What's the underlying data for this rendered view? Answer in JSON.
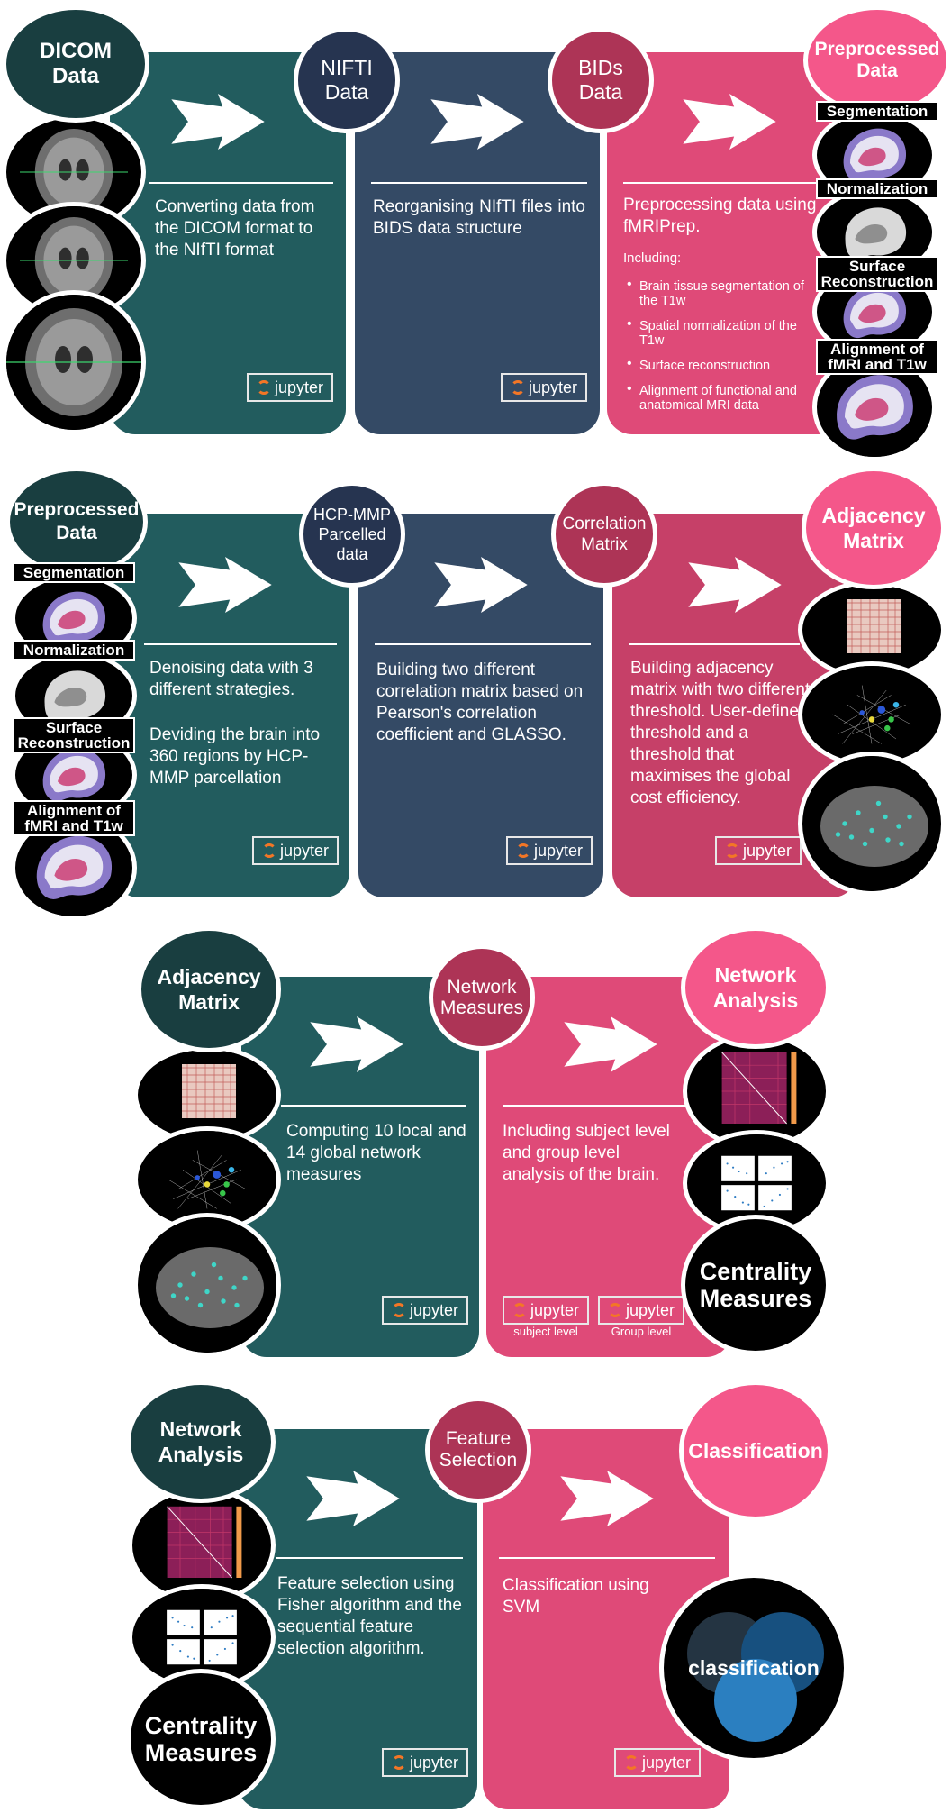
{
  "jupyter": {
    "label": "jupyter",
    "subject_caption": "subject level",
    "group_caption": "Group level"
  },
  "labels": {
    "segmentation": "Segmentation",
    "normalization": "Normalization",
    "surface": "Surface Reconstruction",
    "alignment": "Alignment of fMRI and T1w"
  },
  "row1": {
    "node_dicom": "DICOM Data",
    "node_nifti": "NIFTI Data",
    "node_bids": "BIDs Data",
    "node_pre": "Preprocessed Data",
    "text1": "Converting data from the DICOM format to the NIfTI format",
    "text2": "Reorganising NIfTI files into BIDS data structure",
    "text3": "Preprocessing data using fMRIPrep.",
    "including": "Including:",
    "bullets": [
      "Brain tissue segmentation of the T1w",
      "Spatial normalization of the T1w",
      "Surface reconstruction",
      "Alignment of functional and anatomical MRI data"
    ]
  },
  "row2": {
    "node_pre": "Preprocessed Data",
    "node_hcp": "HCP-MMP Parcelled data",
    "node_corr": "Correlation Matrix",
    "node_adj": "Adjacency Matrix",
    "text1a": "Denoising data with 3 different strategies.",
    "text1b": "Deviding the brain into 360 regions by HCP-MMP parcellation",
    "text2": "Building two different correlation matrix based on Pearson's correlation coefficient and GLASSO.",
    "text3": "Building adjacency matrix with two different threshold. User-defined threshold and a threshold that maximises the global cost efficiency."
  },
  "row3": {
    "node_adj": "Adjacency Matrix",
    "node_net": "Network Measures",
    "node_ana": "Network Analysis",
    "node_cent": "Centrality Measures",
    "text1": "Computing 10 local and 14 global network measures",
    "text2": "Including subject level and group level analysis of the brain."
  },
  "row4": {
    "node_ana": "Network Analysis",
    "node_cent": "Centrality Measures",
    "node_feat": "Feature Selection",
    "node_class": "Classification",
    "venn_label": "classification",
    "text1": "Feature selection using Fisher algorithm and the sequential feature selection algorithm.",
    "text2": "Classification using SVM"
  },
  "colors": {
    "teal": "#225c5e",
    "navy": "#344a65",
    "pink": "#df4a78",
    "rose": "#c64068",
    "node_dark": "#193e40",
    "node_navy": "#263450",
    "node_maroon": "#ad3456",
    "node_pink": "#f4578a",
    "jupyter_orange": "#f37626"
  }
}
